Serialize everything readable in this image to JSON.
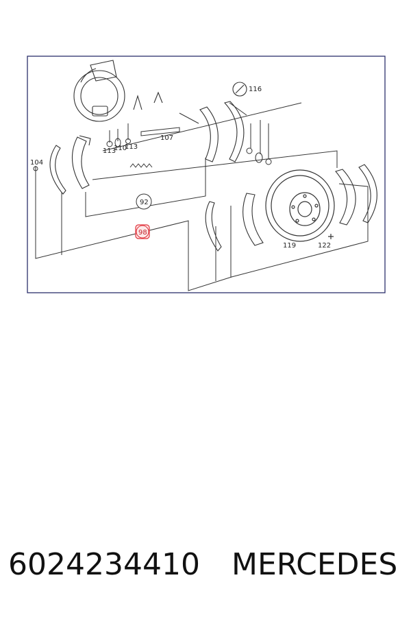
{
  "diagram": {
    "callouts": {
      "c104": "104",
      "c92": "92",
      "c98": "98",
      "c107": "107",
      "c110": "110",
      "c113a": "113",
      "c113b": "113",
      "c116": "116",
      "c119": "119",
      "c122": "122"
    },
    "colors": {
      "frame": "#2b2f6b",
      "line": "#333333",
      "highlight": "#e0303a"
    },
    "highlighted_callout": "98"
  },
  "caption": {
    "part_number": "6024234410",
    "brand": "MERCEDES"
  }
}
